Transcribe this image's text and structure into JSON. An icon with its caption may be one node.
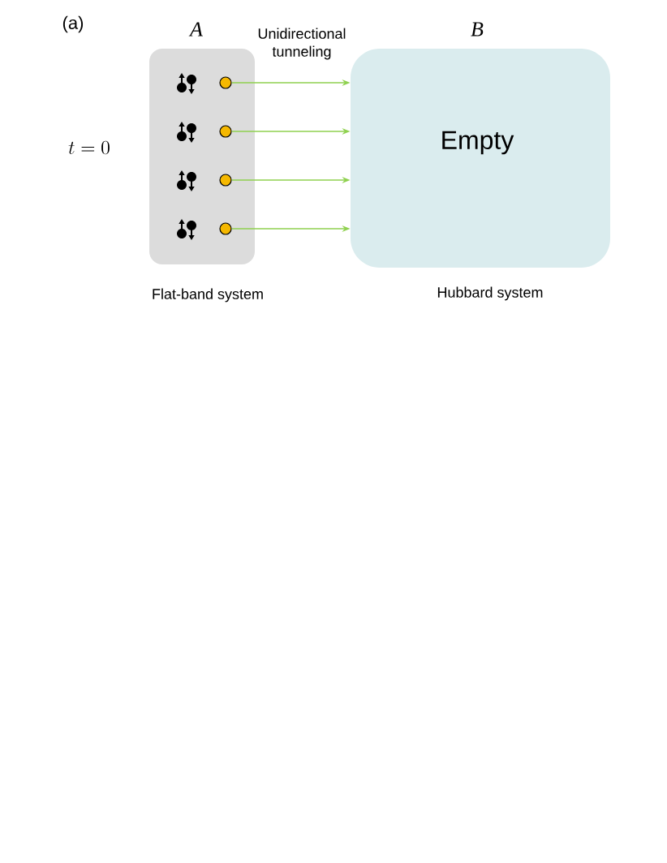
{
  "diagram": {
    "nodes": [
      {
        "text": [
          "A"
        ],
        "beside": [
          "Flat-band system"
        ]
      },
      {
        "text": [
          "B",
          "Empty"
        ],
        "beside": [
          "Hubbard system"
        ]
      },
      {
        "text": [],
        "shape": "circle",
        "in": 0
      },
      {
        "text": [],
        "shape": "circle",
        "in": 0
      },
      {
        "text": [],
        "shape": "circle",
        "in": 0
      },
      {
        "text": [],
        "shape": "circle",
        "in": 0
      }
    ],
    "edges": [
      {
        "from": 2,
        "to": 1,
        "arrow": "to",
        "label": "Unidirectional tunneling",
        "color": "#8fd14f"
      },
      {
        "from": 3,
        "to": 1,
        "arrow": "to",
        "color": "#8fd14f"
      },
      {
        "from": 4,
        "to": 1,
        "arrow": "to",
        "color": "#8fd14f"
      },
      {
        "from": 5,
        "to": 1,
        "arrow": "to",
        "color": "#8fd14f"
      }
    ],
    "labels": [
      "(a)",
      "t = 0"
    ]
  }
}
